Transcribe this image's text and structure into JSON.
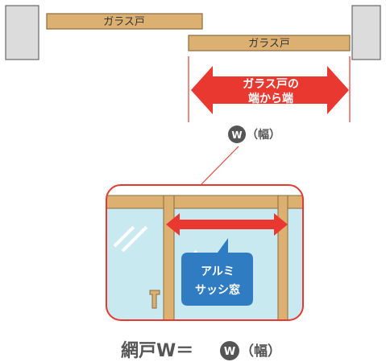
{
  "top_diagram": {
    "door_left_label": "ガラス戸",
    "door_right_label": "ガラス戸",
    "arrow_label_line1": "ガラス戸の",
    "arrow_label_line2": "端から端",
    "width_badge": "W",
    "width_paren_label": "（幅）"
  },
  "detail_view": {
    "sash_callout_line1": "アルミ",
    "sash_callout_line2": "サッシ窓"
  },
  "formula": {
    "prefix": "網戸W＝",
    "badge": "W",
    "suffix": "（幅）"
  },
  "colors": {
    "wood": "#dcb071",
    "wood_edge": "#8a6b3f",
    "wall": "#dcdcdc",
    "wall_edge": "#666666",
    "red_accent": "#e8382f",
    "badge": "#555555",
    "callout_blue": "#2f7cc3",
    "glass": "#c7e9ef"
  }
}
